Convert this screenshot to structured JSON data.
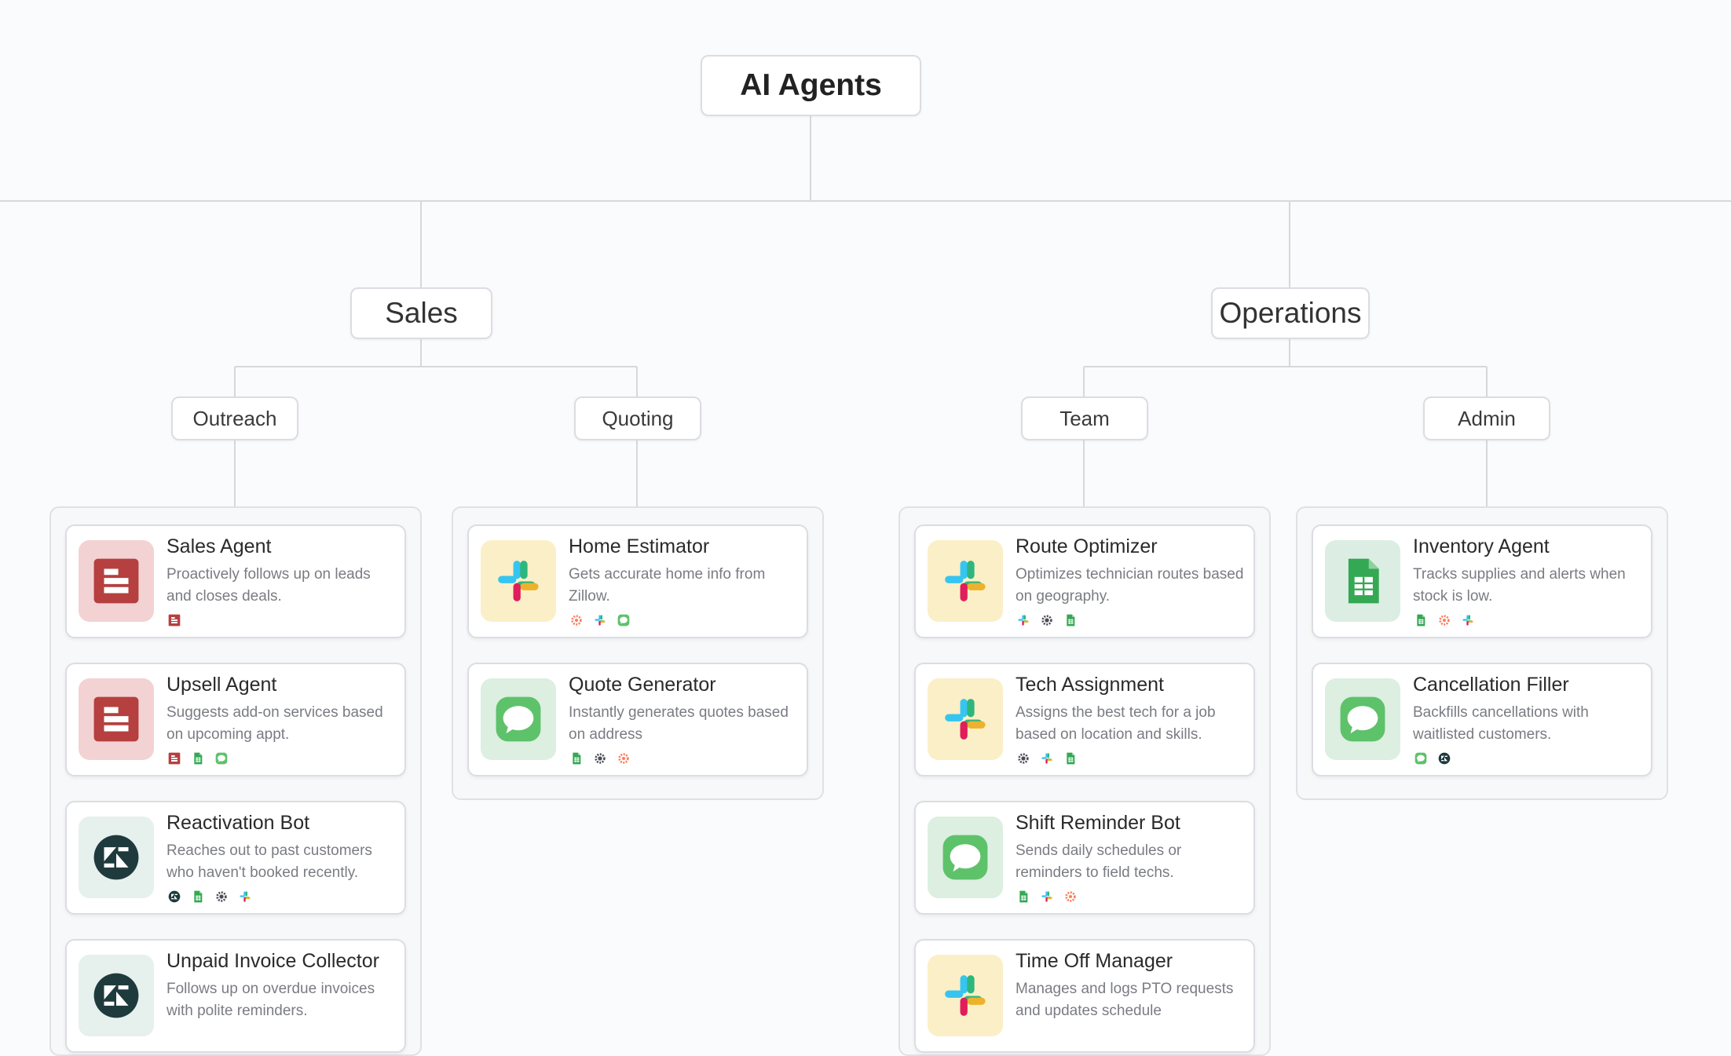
{
  "root": {
    "title": "AI Agents"
  },
  "sections": [
    {
      "label": "Sales",
      "groups": [
        {
          "label": "Outreach",
          "agents": [
            {
              "name": "Sales Agent",
              "desc": "Proactively follows up on leads and closes deals.",
              "icon": "brand-e-icon",
              "tools": [
                "brand-e-icon"
              ]
            },
            {
              "name": "Upsell Agent",
              "desc": "Suggests add-on services based on upcoming appt.",
              "icon": "brand-e-icon",
              "tools": [
                "brand-e-icon",
                "sheets-icon",
                "messages-icon"
              ]
            },
            {
              "name": "Reactivation Bot",
              "desc": "Reaches out to past customers who haven't booked recently.",
              "icon": "zendesk-icon",
              "tools": [
                "zendesk-icon",
                "sheets-icon",
                "gear-icon",
                "slack-icon"
              ]
            },
            {
              "name": "Unpaid Invoice Collector",
              "desc": "Follows up on overdue invoices with polite reminders.",
              "icon": "zendesk-icon",
              "tools": []
            }
          ]
        },
        {
          "label": "Quoting",
          "agents": [
            {
              "name": "Home Estimator",
              "desc": "Gets accurate home info from Zillow.",
              "icon": "slack-icon",
              "tools": [
                "hubspot-icon",
                "slack-icon",
                "messages-icon"
              ]
            },
            {
              "name": "Quote Generator",
              "desc": "Instantly generates quotes based on address",
              "icon": "messages-icon",
              "tools": [
                "sheets-icon",
                "gear-icon",
                "hubspot-icon"
              ]
            }
          ]
        }
      ]
    },
    {
      "label": "Operations",
      "groups": [
        {
          "label": "Team",
          "agents": [
            {
              "name": "Route Optimizer",
              "desc": "Optimizes technician routes based on geography.",
              "icon": "slack-icon",
              "tools": [
                "slack-icon",
                "gear-icon",
                "sheets-icon"
              ]
            },
            {
              "name": "Tech Assignment",
              "desc": "Assigns the best tech for a job based on location and skills.",
              "icon": "slack-icon",
              "tools": [
                "gear-icon",
                "slack-icon",
                "sheets-icon"
              ]
            },
            {
              "name": "Shift Reminder Bot",
              "desc": "Sends daily schedules or reminders to field techs.",
              "icon": "messages-icon",
              "tools": [
                "sheets-icon",
                "slack-icon",
                "hubspot-icon"
              ]
            },
            {
              "name": "Time Off Manager",
              "desc": "Manages and logs PTO requests and updates schedule",
              "icon": "slack-icon",
              "tools": []
            }
          ]
        },
        {
          "label": "Admin",
          "agents": [
            {
              "name": "Inventory Agent",
              "desc": "Tracks supplies and alerts when stock is low.",
              "icon": "sheets-icon",
              "tools": [
                "sheets-icon",
                "hubspot-icon",
                "slack-icon"
              ]
            },
            {
              "name": "Cancellation Filler",
              "desc": "Backfills cancellations with waitlisted customers.",
              "icon": "messages-icon",
              "tools": [
                "messages-icon",
                "zendesk-icon"
              ]
            }
          ]
        }
      ]
    }
  ],
  "colors": {
    "line": "#d6d8dd",
    "brand_red": "#b5403f",
    "slack_yellow": "#ecb22e",
    "messages_green": "#5ec26a",
    "sheets_green": "#34a853",
    "zendesk_dark": "#1f3a3d"
  }
}
